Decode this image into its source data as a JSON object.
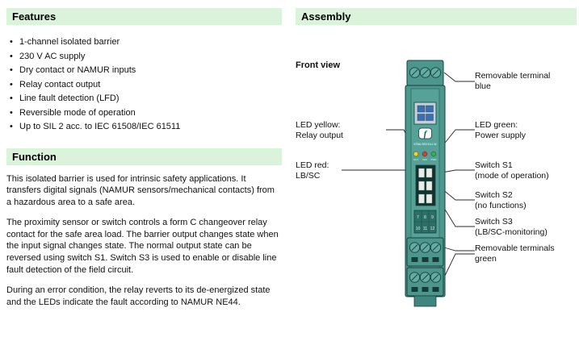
{
  "features": {
    "title": "Features",
    "items": [
      "1-channel isolated barrier",
      "230 V AC supply",
      "Dry contact or NAMUR inputs",
      "Relay contact output",
      "Line fault detection (LFD)",
      "Reversible mode of operation",
      "Up to SIL 2 acc. to IEC 61508/IEC 61511"
    ]
  },
  "function": {
    "title": "Function",
    "paragraphs": [
      "This isolated barrier is used for intrinsic safety applications. It transfers digital signals (NAMUR sensors/mechanical contacts) from a hazardous area to a safe area.",
      "The proximity sensor or switch controls a form C changeover relay contact for the safe area load. The barrier output changes state when the input signal changes state. The normal output state can be reversed using switch S1. Switch S3 is used to enable or disable line fault detection of the field circuit.",
      "During an error condition, the relay reverts to its de-energized state and the LEDs indicate the fault according to NAMUR NE44."
    ]
  },
  "assembly": {
    "title": "Assembly",
    "front_view": "Front view",
    "device": {
      "product_label": "KFA6-SR2-Ex1.W",
      "logo_letter": "f",
      "led_tags": [
        "OUT",
        "CHK",
        "PWR"
      ],
      "terminals": [
        "7",
        "8",
        "9",
        "10",
        "11",
        "12"
      ]
    },
    "callouts": [
      {
        "lines": [
          "Removable terminal",
          "blue"
        ]
      },
      {
        "lines": [
          "LED green:",
          "Power supply"
        ]
      },
      {
        "lines": [
          "Switch S1",
          "(mode of operation)"
        ]
      },
      {
        "lines": [
          "Switch S2",
          "(no functions)"
        ]
      },
      {
        "lines": [
          "Switch S3",
          "(LB/SC-monitoring)"
        ]
      },
      {
        "lines": [
          "Removable terminals",
          "green"
        ]
      },
      {
        "lines": [
          "LED yellow:",
          "Relay output"
        ]
      },
      {
        "lines": [
          "LED red:",
          "LB/SC"
        ]
      }
    ]
  },
  "colors": {
    "section_bar_bg": "#dbf2db",
    "device_body": "#4d968e",
    "led_yellow": "#f5d21a",
    "led_red": "#e03a2b",
    "led_green": "#35b34a",
    "label_panel_blue": "#3a6fb0"
  }
}
